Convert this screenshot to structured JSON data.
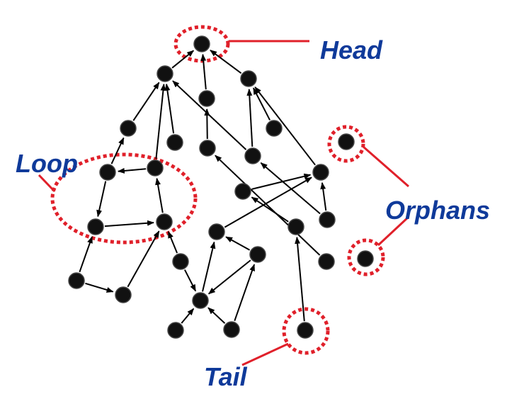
{
  "colors": {
    "node": "#111111",
    "node_stroke": "#444444",
    "edge": "#000000",
    "highlight": "#e0202a",
    "label": "#0f3a9a"
  },
  "labels": {
    "head": "Head",
    "loop": "Loop",
    "orphans": "Orphans",
    "tail": "Tail"
  },
  "graph": {
    "nodes": [
      {
        "id": "head"
      },
      {
        "id": "a1"
      },
      {
        "id": "a2"
      },
      {
        "id": "a3"
      },
      {
        "id": "b1"
      },
      {
        "id": "b2"
      },
      {
        "id": "b3"
      },
      {
        "id": "b4"
      },
      {
        "id": "o1"
      },
      {
        "id": "l1"
      },
      {
        "id": "l2"
      },
      {
        "id": "l3"
      },
      {
        "id": "l4"
      },
      {
        "id": "c1"
      },
      {
        "id": "c2"
      },
      {
        "id": "d1"
      },
      {
        "id": "d2"
      },
      {
        "id": "d3"
      },
      {
        "id": "e1"
      },
      {
        "id": "e2"
      },
      {
        "id": "e3"
      },
      {
        "id": "e4"
      },
      {
        "id": "o2"
      },
      {
        "id": "f1"
      },
      {
        "id": "f2"
      },
      {
        "id": "f3"
      },
      {
        "id": "g1"
      },
      {
        "id": "g2"
      },
      {
        "id": "g3"
      }
    ],
    "edges": [
      [
        "a1",
        "head"
      ],
      [
        "a2",
        "head"
      ],
      [
        "a3",
        "head"
      ],
      [
        "b1",
        "a1"
      ],
      [
        "b2",
        "a1"
      ],
      [
        "c1",
        "a1"
      ],
      [
        "l2",
        "a1"
      ],
      [
        "c1",
        "a3"
      ],
      [
        "d1",
        "a3"
      ],
      [
        "b3",
        "a3"
      ],
      [
        "b4",
        "a2"
      ],
      [
        "l1",
        "b1"
      ],
      [
        "l2",
        "l1"
      ],
      [
        "l1",
        "l3"
      ],
      [
        "l3",
        "l4"
      ],
      [
        "l4",
        "l2"
      ],
      [
        "f1",
        "l3"
      ],
      [
        "f1",
        "f2"
      ],
      [
        "f2",
        "l4"
      ],
      [
        "e1",
        "l4"
      ],
      [
        "d2",
        "d1"
      ],
      [
        "c2",
        "d1"
      ],
      [
        "e4",
        "d1"
      ],
      [
        "d3",
        "c2"
      ],
      [
        "e1",
        "e2"
      ],
      [
        "g1",
        "e2"
      ],
      [
        "e2",
        "d2"
      ],
      [
        "e3",
        "d2"
      ],
      [
        "e4",
        "c1"
      ],
      [
        "e3",
        "e2"
      ],
      [
        "g2",
        "e2"
      ],
      [
        "g2",
        "e3"
      ],
      [
        "f3",
        "d3"
      ],
      [
        "g3",
        "b4"
      ]
    ],
    "loop_nodes": [
      "l1",
      "l2",
      "l3",
      "l4"
    ],
    "orphan_nodes": [
      "o1",
      "o2"
    ],
    "head_node": "head",
    "tail_node": "f3"
  }
}
